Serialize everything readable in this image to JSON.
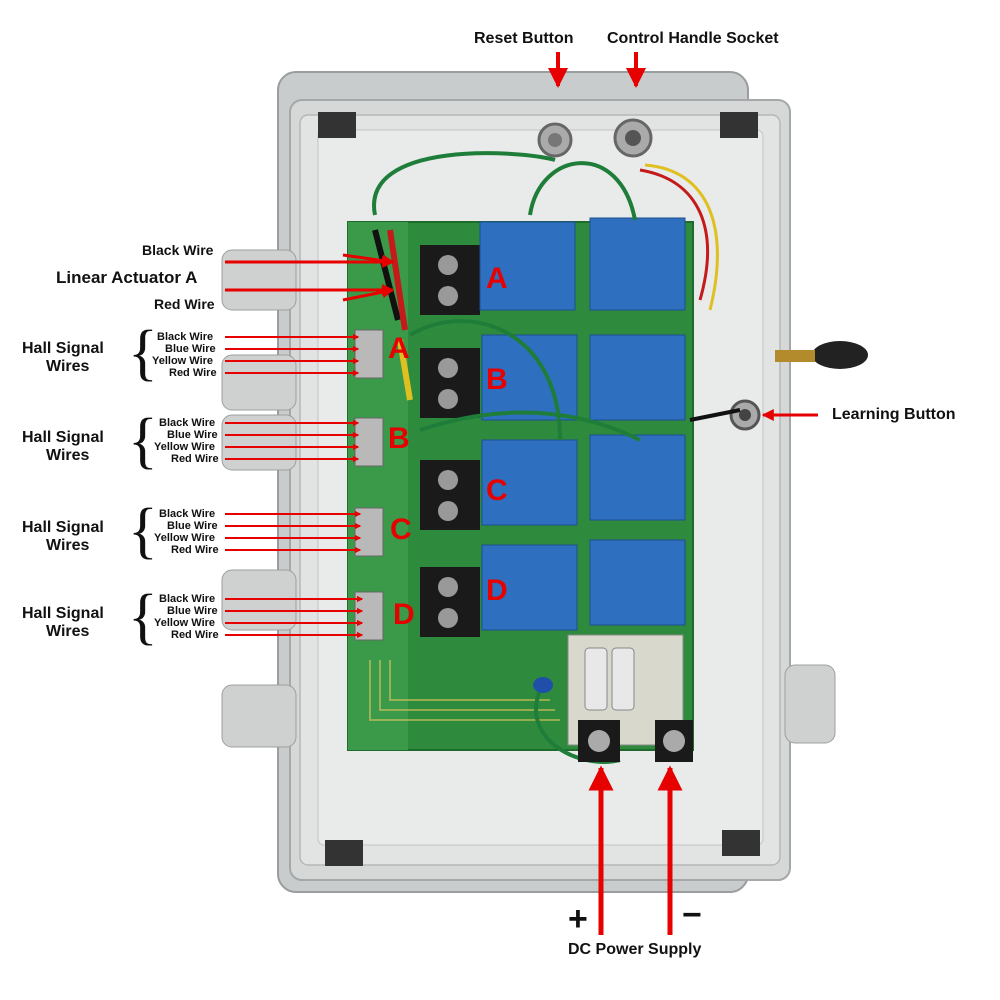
{
  "top": {
    "reset_button": "Reset Button",
    "control_handle_socket": "Control Handle Socket"
  },
  "actuator": {
    "black_wire": "Black Wire",
    "title": "Linear Actuator A",
    "red_wire": "Red Wire"
  },
  "hall_groups": [
    {
      "title_line1": "Hall Signal",
      "title_line2": "Wires",
      "letter": "A",
      "wires": [
        "Black Wire",
        "Blue Wire",
        "Yellow Wire",
        "Red Wire"
      ]
    },
    {
      "title_line1": "Hall Signal",
      "title_line2": "Wires",
      "letter": "B",
      "wires": [
        "Black Wire",
        "Blue Wire",
        "Yellow Wire",
        "Red Wire"
      ]
    },
    {
      "title_line1": "Hall Signal",
      "title_line2": "Wires",
      "letter": "C",
      "wires": [
        "Black Wire",
        "Blue Wire",
        "Yellow Wire",
        "Red Wire"
      ]
    },
    {
      "title_line1": "Hall Signal",
      "title_line2": "Wires",
      "letter": "D",
      "wires": [
        "Black Wire",
        "Blue Wire",
        "Yellow Wire",
        "Red Wire"
      ]
    }
  ],
  "relay_letters": [
    "A",
    "B",
    "C",
    "D"
  ],
  "learning_button": "Learning Button",
  "power": {
    "plus": "+",
    "minus": "−",
    "label": "DC Power Supply"
  },
  "colors": {
    "arrow": "#e60000",
    "enclosure": "#d9dbdb",
    "pcb": "#2e8b3e",
    "relay": "#2f6fc0",
    "terminal": "#1a1a1a"
  }
}
